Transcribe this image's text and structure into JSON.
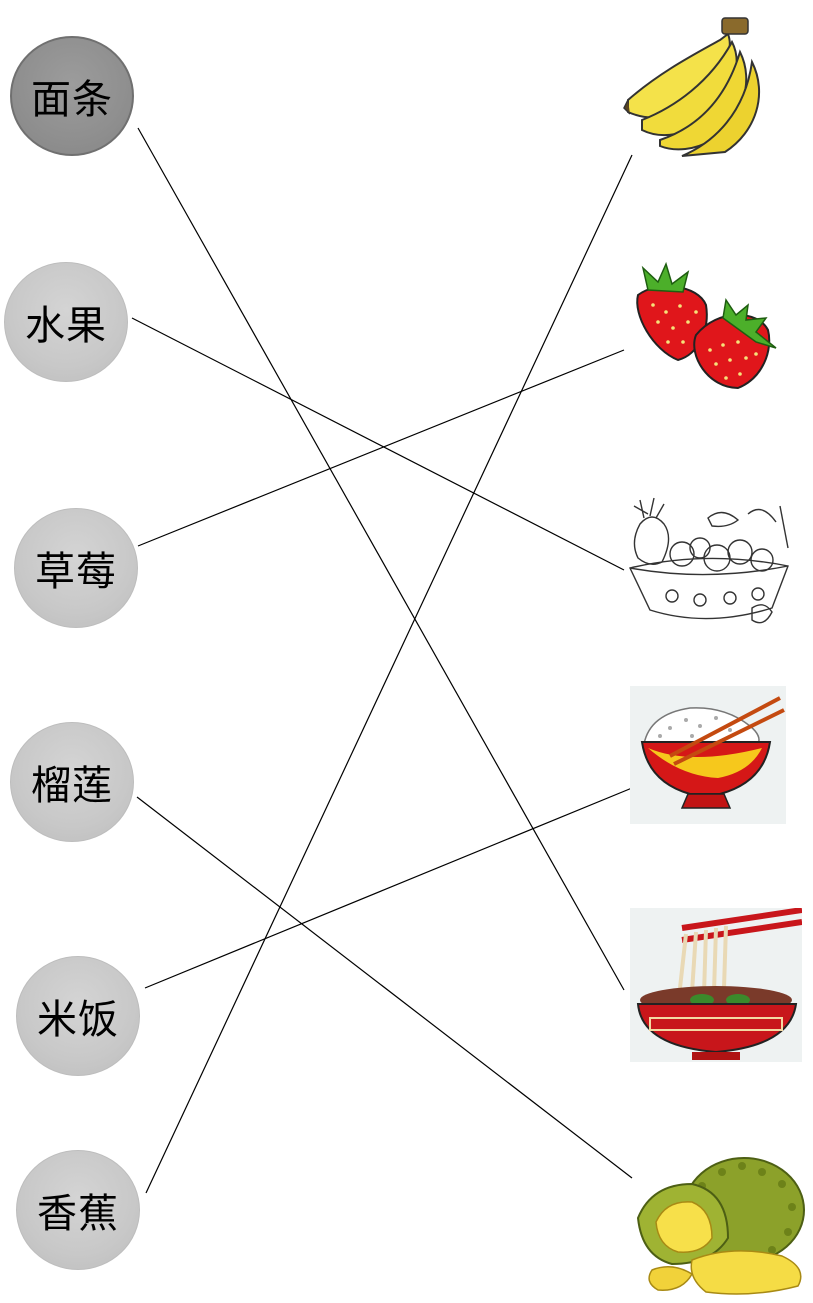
{
  "words": [
    {
      "label": "面条",
      "selected": true
    },
    {
      "label": "水果",
      "selected": false
    },
    {
      "label": "草莓",
      "selected": false
    },
    {
      "label": "榴莲",
      "selected": false
    },
    {
      "label": "米饭",
      "selected": false
    },
    {
      "label": "香蕉",
      "selected": false
    }
  ],
  "pictures": [
    {
      "icon": "banana-icon"
    },
    {
      "icon": "strawberry-icon"
    },
    {
      "icon": "fruit-basket-icon"
    },
    {
      "icon": "rice-bowl-icon"
    },
    {
      "icon": "noodle-bowl-icon"
    },
    {
      "icon": "durian-icon"
    }
  ],
  "connections": [
    {
      "from": "面条",
      "to": "noodle-bowl-icon"
    },
    {
      "from": "水果",
      "to": "fruit-basket-icon"
    },
    {
      "from": "草莓",
      "to": "strawberry-icon"
    },
    {
      "from": "榴莲",
      "to": "durian-icon"
    },
    {
      "from": "米饭",
      "to": "rice-bowl-icon"
    },
    {
      "from": "香蕉",
      "to": "banana-icon"
    }
  ]
}
